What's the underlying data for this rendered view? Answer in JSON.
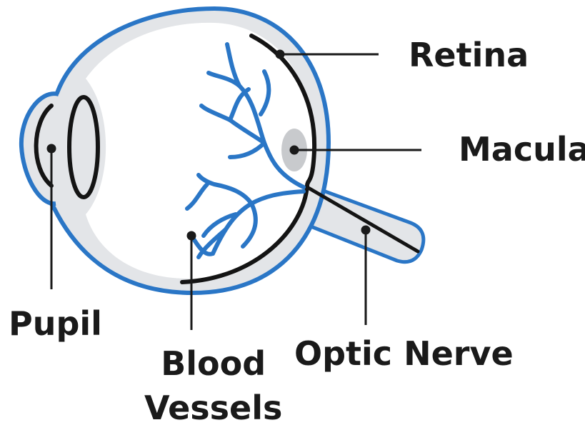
{
  "labels": {
    "retina": "Retina",
    "macula": "Macula",
    "pupil": "Pupil",
    "blood_vessels_line1": "Blood",
    "blood_vessels_line2": "Vessels",
    "optic_nerve": "Optic Nerve"
  },
  "colors": {
    "outline_blue": "#2a76c6",
    "interior_gray": "#e3e5e8",
    "structure_black": "#141414",
    "leader_line": "#1a1a1a"
  }
}
